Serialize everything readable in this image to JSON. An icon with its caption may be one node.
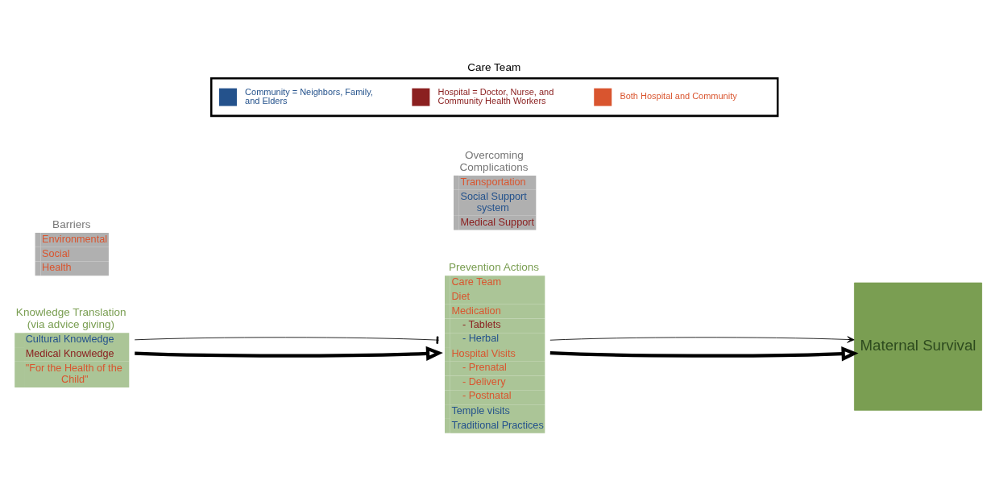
{
  "diagram": {
    "nodes": [
      {
        "text": [
          "Knowledge Translation (via advice giving)",
          "Cultural Knowledge",
          "Medical Knowledge",
          "\"For the Health of the Child\""
        ]
      },
      {
        "text": [
          "Prevention Actions",
          "Care Team",
          "Diet",
          "Medication",
          "- Tablets",
          "- Herbal",
          "Hospital Visits",
          "- Prenatal",
          "- Delivery",
          "- Postnatal",
          "Temple visits",
          "Traditional Practices"
        ]
      },
      {
        "text": [
          "Barriers",
          "Environmental",
          "Social",
          "Health"
        ]
      },
      {
        "text": [
          "Overcoming Complications",
          "Transportation",
          "Social Support system",
          "Medical Support"
        ]
      },
      {
        "text": [
          "Maternal Survival"
        ]
      }
    ],
    "edges": [
      {
        "from": 0,
        "to": 1,
        "arrow": "to",
        "style": "thick"
      },
      {
        "from": 0,
        "to": 1,
        "arrow": "other"
      },
      {
        "from": 1,
        "to": 4,
        "arrow": "to",
        "style": "thick"
      },
      {
        "from": 1,
        "to": 4,
        "arrow": "to"
      }
    ],
    "labels": [
      "Care Team"
    ],
    "legend": [
      {
        "text": "Community = Neighbors, Family, and Elders",
        "color": "#24528c"
      },
      {
        "text": "Hospital = Doctor, Nurse, and Community Health Workers",
        "color": "#8b2020"
      },
      {
        "text": "Both Hospital and Community",
        "color": "#d9552f"
      }
    ]
  }
}
